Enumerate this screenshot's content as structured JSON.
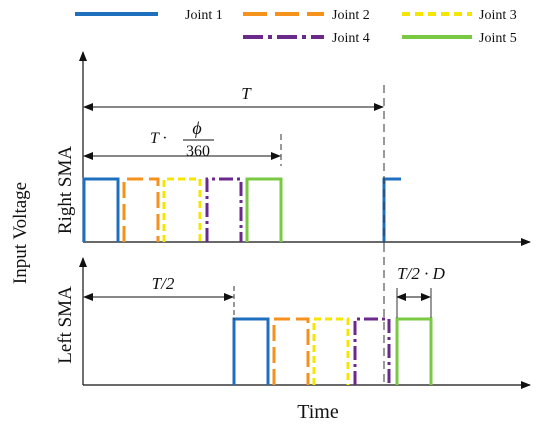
{
  "legend": [
    {
      "label": "Joint 1",
      "color": "#1f6fbf",
      "dash": "solid"
    },
    {
      "label": "Joint 2",
      "color": "#f5921e",
      "dash": "long-dash"
    },
    {
      "label": "Joint 3",
      "color": "#f5e600",
      "dash": "short-dash"
    },
    {
      "label": "Joint 4",
      "color": "#6a2a8c",
      "dash": "dash-dot"
    },
    {
      "label": "Joint 5",
      "color": "#7ac943",
      "dash": "solid"
    }
  ],
  "axes": {
    "y_label": "Input Voltage",
    "x_label": "Time",
    "top_panel": "Right SMA",
    "bottom_panel": "Left SMA"
  },
  "annotations": {
    "period": "T",
    "phase_lead": "T ·",
    "phase_num": "ϕ",
    "phase_den": "360",
    "half_period": "T/2",
    "duty": "T/2 · D"
  }
}
